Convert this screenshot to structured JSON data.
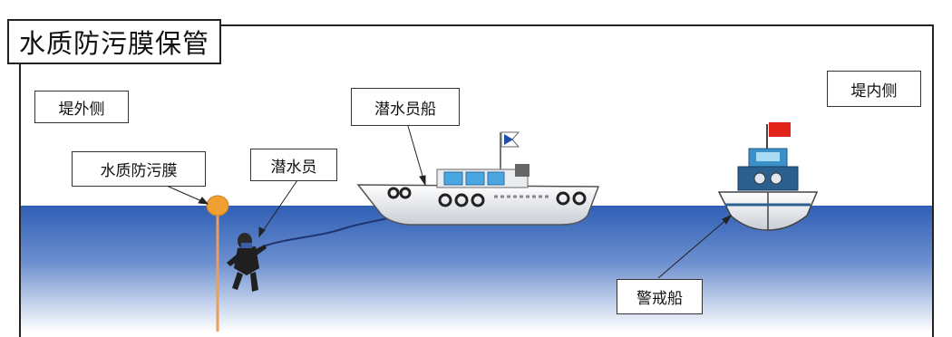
{
  "title": "水质防污膜保管",
  "labels": {
    "outside": "堤外侧",
    "inside": "堤内侧",
    "diver_boat": "潜水员船",
    "membrane": "水质防污膜",
    "diver": "潜水员",
    "guard_boat": "警戒船"
  },
  "colors": {
    "frame": "#222222",
    "water_top": "#2f5fb5",
    "water_bottom": "#ffffff",
    "buoy": "#f0a030",
    "rope": "#e8a060",
    "flag_guard": "#e2231a",
    "boat_hull": "#f4f6f8",
    "boat_cabin": "#4aa6e0"
  }
}
